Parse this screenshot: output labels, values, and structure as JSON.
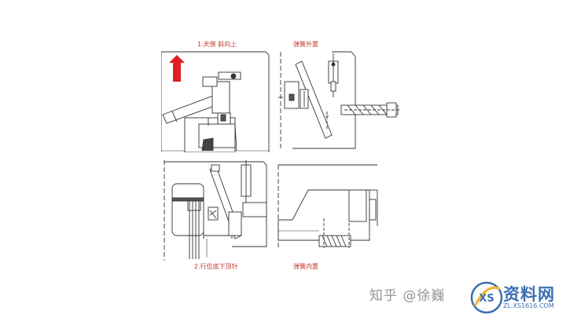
{
  "labels": {
    "top_left": "1.天侧 斜向上",
    "top_right": "弹簧外置",
    "bottom_left": "2.行位底下顶针",
    "bottom_right": "弹簧内置"
  },
  "watermark": {
    "text": "知乎 @徐巍"
  },
  "logo": {
    "text": "资料网",
    "url": "ZL.XS1616.COM",
    "badge": "XS"
  },
  "colors": {
    "label": "#c0392b",
    "arrow": "#e02020",
    "line": "#333333",
    "logo": "#3b6fb0"
  },
  "icons": [
    "up-arrow-icon",
    "xs-logo-icon"
  ]
}
